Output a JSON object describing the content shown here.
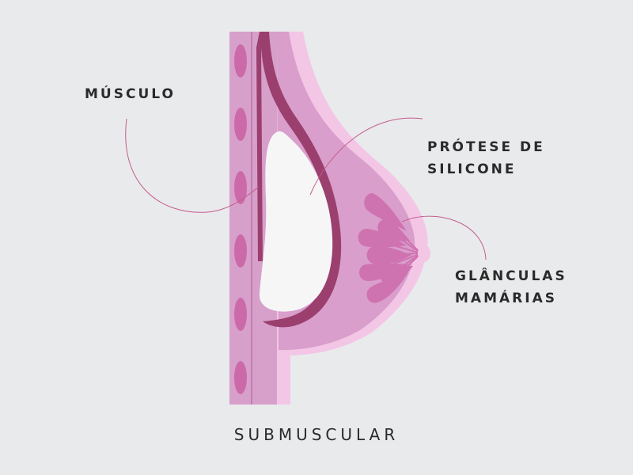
{
  "labels": {
    "muscle": "MÚSCULO",
    "implant_line1": "PRÓTESE DE",
    "implant_line2": "SILICONE",
    "glands_line1": "GLÂNCULAS",
    "glands_line2": "MAMÁRIAS"
  },
  "caption": "SUBMUSCULAR",
  "colors": {
    "background": "#e9eaec",
    "skin_outer": "#f3c6e6",
    "tissue": "#d99ecb",
    "chest_wall": "#d7a0cb",
    "rib_ovals": "#cc6aa9",
    "muscle": "#9a3f6e",
    "implant": "#f6f6f6",
    "glands": "#cf72b0",
    "leader_lines": "#c45c8c",
    "text": "#2a2a2a"
  }
}
